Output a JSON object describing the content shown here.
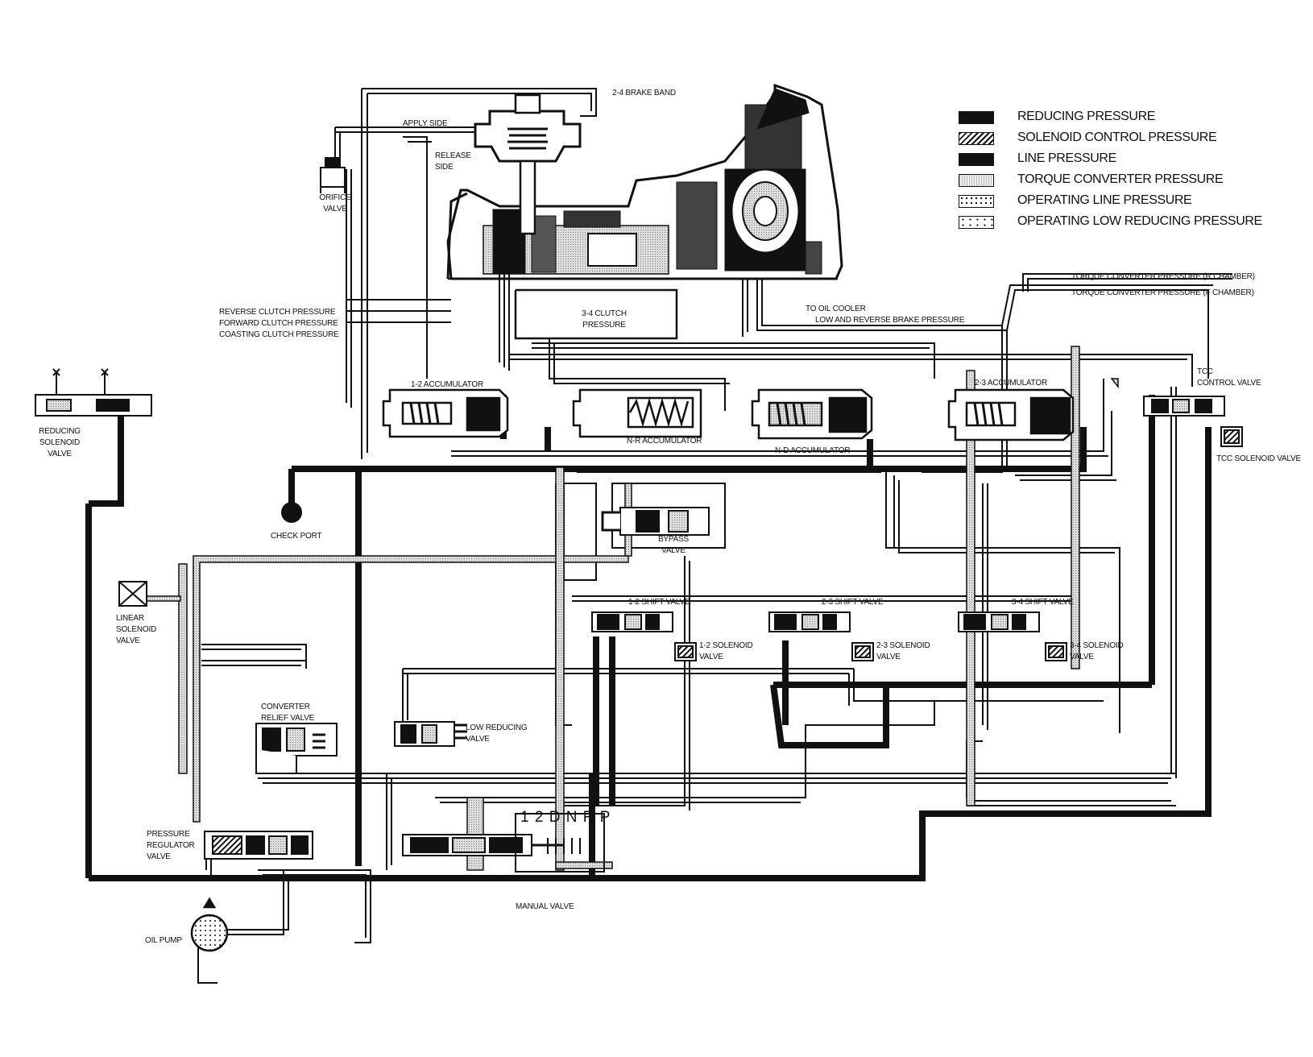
{
  "legend": {
    "items": [
      {
        "label": "REDUCING PRESSURE",
        "pattern": "solid"
      },
      {
        "label": "SOLENOID CONTROL PRESSURE",
        "pattern": "hatch"
      },
      {
        "label": "LINE PRESSURE",
        "pattern": "solid"
      },
      {
        "label": "TORQUE CONVERTER PRESSURE",
        "pattern": "torque"
      },
      {
        "label": "OPERATING LINE PRESSURE",
        "pattern": "opline"
      },
      {
        "label": "OPERATING LOW REDUCING PRESSURE",
        "pattern": "oplow"
      }
    ]
  },
  "labels": {
    "brake_band": "2-4 BRAKE BAND",
    "apply_side": "APPLY SIDE",
    "release_side_1": "RELEASE",
    "release_side_2": "SIDE",
    "orifice_valve_1": "ORIFICE",
    "orifice_valve_2": "VALVE",
    "reverse_clutch": "REVERSE CLUTCH PRESSURE",
    "forward_clutch": "FORWARD CLUTCH PRESSURE",
    "coasting_clutch": "COASTING CLUTCH PRESSURE",
    "clutch_34_1": "3-4 CLUTCH",
    "clutch_34_2": "PRESSURE",
    "oil_cooler": "TO OIL COOLER",
    "low_reverse_brake": "LOW AND REVERSE BRAKE PRESSURE",
    "tc_r_chamber": "TORQUE CONVERTER PRESSURE (R CHAMBER)",
    "tc_f_chamber": "TORQUE CONVERTER PRESSURE (F CHAMBER)",
    "tcc_control_1": "TCC",
    "tcc_control_2": "CONTROL VALVE",
    "tcc_solenoid": "TCC SOLENOID VALVE",
    "acc_12": "1-2 ACCUMULATOR",
    "acc_nr": "N-R ACCUMULATOR",
    "acc_nd": "N-D ACCUMULATOR",
    "acc_23": "2-3 ACCUMULATOR",
    "reducing_sol_1": "REDUCING",
    "reducing_sol_2": "SOLENOID",
    "reducing_sol_3": "VALVE",
    "check_port": "CHECK PORT",
    "bypass_1": "BYPASS",
    "bypass_2": "VALVE",
    "linear_sol_1": "LINEAR",
    "linear_sol_2": "SOLENOID",
    "linear_sol_3": "VALVE",
    "shift_12": "1-2 SHIFT VALVE",
    "shift_23": "2-3 SHIFT VALVE",
    "shift_34": "3-4 SHIFT VALVE",
    "sol_12_1": "1-2 SOLENOID",
    "sol_12_2": "VALVE",
    "sol_23_1": "2-3 SOLENOID",
    "sol_23_2": "VALVE",
    "sol_34_1": "3-4 SOLENOID",
    "sol_34_2": "VALVE",
    "converter_relief_1": "CONVERTER",
    "converter_relief_2": "RELIEF VALVE",
    "low_reducing_1": "LOW REDUCING",
    "low_reducing_2": "VALVE",
    "pressure_reg_1": "PRESSURE",
    "pressure_reg_2": "REGULATOR",
    "pressure_reg_3": "VALVE",
    "gear_positions": "1 2 D N R P",
    "manual_valve": "MANUAL VALVE",
    "oil_pump": "OIL PUMP"
  }
}
